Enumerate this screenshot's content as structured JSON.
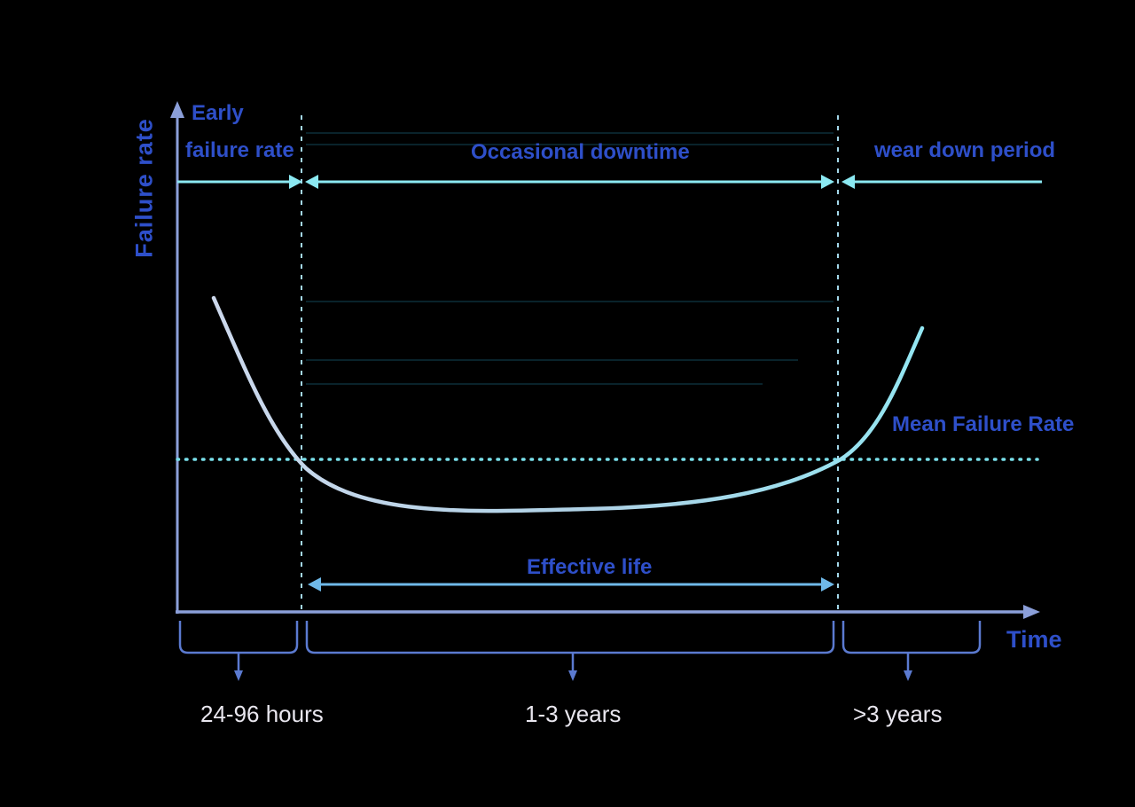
{
  "figure": {
    "y_axis_label": "Failure rate",
    "x_axis_label": "Time",
    "top_labels": {
      "early_line1": "Early",
      "early_line2": "failure rate",
      "occasional": "Occasional downtime",
      "wear": "wear down period"
    },
    "annotations": {
      "mean_failure_rate": "Mean Failure Rate",
      "effective_life": "Effective life"
    },
    "durations": {
      "early": "24-96 hours",
      "middle": "1-3 years",
      "late": ">3 years"
    },
    "colors": {
      "background": "#000000",
      "label_blue": "#2e4fc9",
      "cyan_line": "#8be9f2",
      "mean_dotted_line": "#79dfea",
      "curve": "#b8d4ea",
      "axis": "#8b9fd9",
      "dashed_divider": "#a4d8ea",
      "effective_life_arrow": "#6fb9e9",
      "bracket": "#5b7ad0",
      "duration_text": "#e9e7ef"
    }
  }
}
